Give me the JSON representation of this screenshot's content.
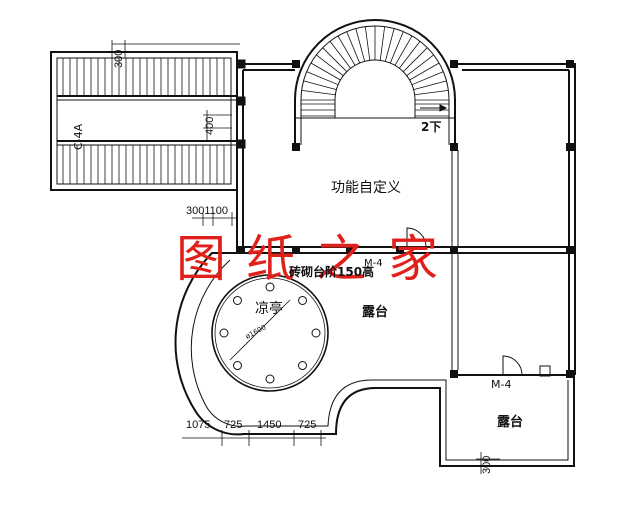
{
  "labels": {
    "room_custom": "功能自定义",
    "stair_down": "2下",
    "pavilion": "凉亭",
    "terrace_main": "露台",
    "terrace_small": "露台",
    "brick_step": "砖砌台阶150高",
    "stair_code": "C-4A",
    "door_small": "M-4",
    "door_main": "M-4",
    "circle_dia": "ø1600"
  },
  "dimensions": {
    "stair_top": "300",
    "stair_mid": "400",
    "stair_bottom": "3001100",
    "bottom_chain": [
      "1075",
      "725",
      "1450",
      "725"
    ],
    "right_bottom": "300"
  },
  "watermark": [
    "图",
    "纸",
    "之",
    "家"
  ],
  "colors": {
    "line": "#111111",
    "watermark": "#e0201a",
    "background": "#ffffff"
  }
}
